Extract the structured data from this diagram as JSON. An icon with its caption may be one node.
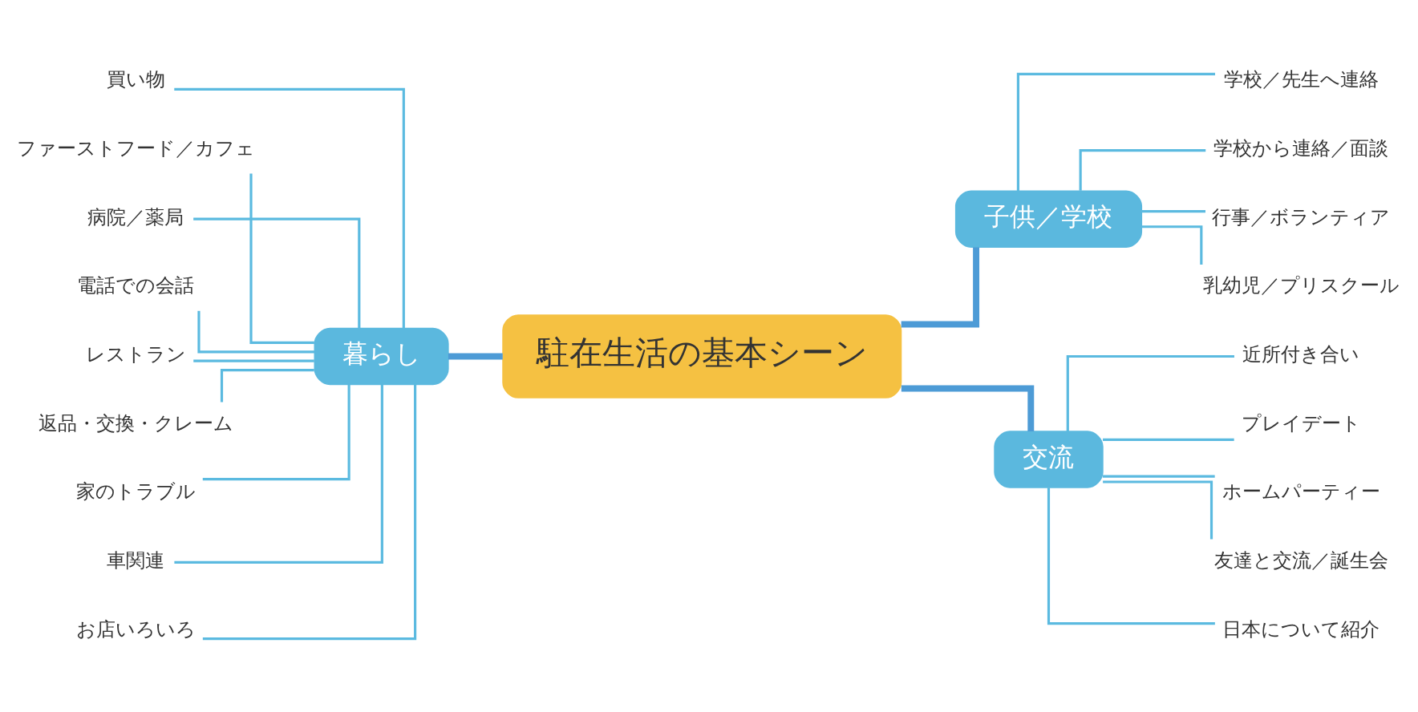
{
  "diagram": {
    "nodes": [
      {
        "text": [
          "駐在生活の基本シーン"
        ]
      },
      {
        "text": [
          "暮らし"
        ]
      },
      {
        "text": [
          "子供／学校"
        ]
      },
      {
        "text": [
          "交流"
        ]
      },
      {
        "text": [
          "買い物"
        ]
      },
      {
        "text": [
          "ファーストフード／カフェ"
        ]
      },
      {
        "text": [
          "病院／薬局"
        ]
      },
      {
        "text": [
          "電話での会話"
        ]
      },
      {
        "text": [
          "レストラン"
        ]
      },
      {
        "text": [
          "返品・交換・クレーム"
        ]
      },
      {
        "text": [
          "家のトラブル"
        ]
      },
      {
        "text": [
          "車関連"
        ]
      },
      {
        "text": [
          "お店いろいろ"
        ]
      },
      {
        "text": [
          "学校／先生へ連絡"
        ]
      },
      {
        "text": [
          "学校から連絡／面談"
        ]
      },
      {
        "text": [
          "行事／ボランティア"
        ]
      },
      {
        "text": [
          "乳幼児／プリスクール"
        ]
      },
      {
        "text": [
          "近所付き合い"
        ]
      },
      {
        "text": [
          "プレイデート"
        ]
      },
      {
        "text": [
          "ホームパーティー"
        ]
      },
      {
        "text": [
          "友達と交流／誕生会"
        ]
      },
      {
        "text": [
          "日本について紹介"
        ]
      }
    ],
    "edges": [
      {
        "from": 4,
        "to": 1,
        "arrow": "none"
      },
      {
        "from": 5,
        "to": 1,
        "arrow": "none"
      },
      {
        "from": 6,
        "to": 1,
        "arrow": "none"
      },
      {
        "from": 7,
        "to": 1,
        "arrow": "none"
      },
      {
        "from": 8,
        "to": 1,
        "arrow": "none"
      },
      {
        "from": 9,
        "to": 1,
        "arrow": "none"
      },
      {
        "from": 10,
        "to": 1,
        "arrow": "none"
      },
      {
        "from": 11,
        "to": 1,
        "arrow": "none"
      },
      {
        "from": 12,
        "to": 1,
        "arrow": "none"
      },
      {
        "from": 1,
        "to": 0,
        "arrow": "none",
        "style": "thick",
        "color": "#4d9bd6"
      },
      {
        "from": 0,
        "to": 2,
        "arrow": "none",
        "style": "thick",
        "color": "#4d9bd6"
      },
      {
        "from": 0,
        "to": 3,
        "arrow": "none",
        "style": "thick",
        "color": "#4d9bd6"
      },
      {
        "from": 2,
        "to": 13,
        "arrow": "none"
      },
      {
        "from": 2,
        "to": 14,
        "arrow": "none"
      },
      {
        "from": 2,
        "to": 15,
        "arrow": "none"
      },
      {
        "from": 2,
        "to": 16,
        "arrow": "none"
      },
      {
        "from": 3,
        "to": 17,
        "arrow": "none"
      },
      {
        "from": 3,
        "to": 18,
        "arrow": "none"
      },
      {
        "from": 3,
        "to": 19,
        "arrow": "none"
      },
      {
        "from": 3,
        "to": 20,
        "arrow": "none"
      },
      {
        "from": 3,
        "to": 21,
        "arrow": "none"
      }
    ]
  }
}
